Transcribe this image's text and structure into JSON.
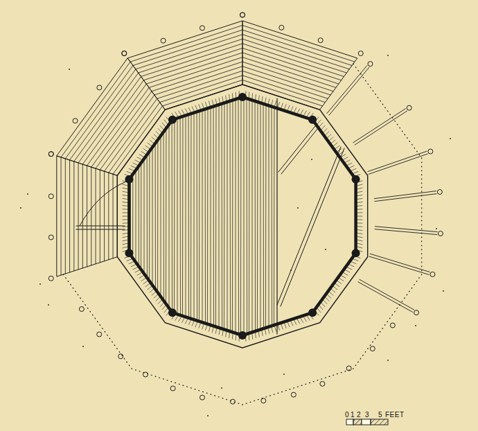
{
  "diagram": {
    "labels": [
      "0",
      "1",
      "2",
      "3",
      "5",
      "FEET"
    ]
  }
}
